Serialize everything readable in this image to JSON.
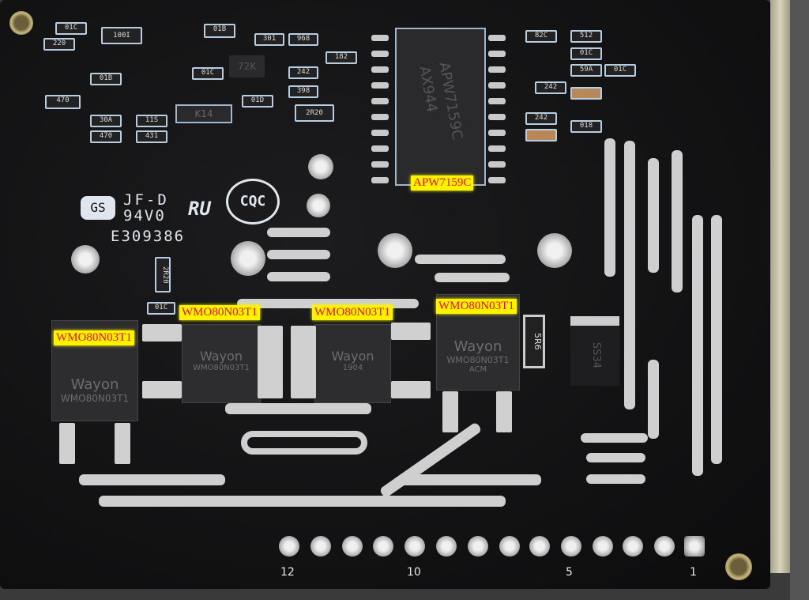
{
  "silkscreen": {
    "logo_gs": "GS",
    "material": "JF-D",
    "rating": "94V0",
    "ul_file": "E309386",
    "cert": "CQC",
    "pin_numbers": [
      "12",
      "10",
      "5",
      "1"
    ]
  },
  "chip_markings": {
    "controller": [
      "APW7159C",
      "AX944"
    ],
    "fet_brand": "Wayon",
    "fet_part": "WMO80N03T1",
    "fet_date": "1904",
    "fet_lot": "ACM",
    "diode": "K14",
    "transistor": "72K",
    "inductor": "5R6",
    "schottky": "SS34"
  },
  "resistor_codes": [
    "01C",
    "220",
    "100I",
    "01B",
    "301",
    "968",
    "182",
    "242",
    "01D",
    "398",
    "2R20",
    "01C",
    "470",
    "30A",
    "01B",
    "11S",
    "431",
    "82C",
    "512",
    "01C",
    "59A",
    "242",
    "242",
    "018",
    "2R20",
    "01C"
  ],
  "annotations": {
    "controller": "APW7159C",
    "mosfets": [
      "WMO80N03T1",
      "WMO80N03T1",
      "WMO80N03T1",
      "WMO80N03T1"
    ],
    "color_bg": "#fff200",
    "color_text": "#e0101a"
  }
}
